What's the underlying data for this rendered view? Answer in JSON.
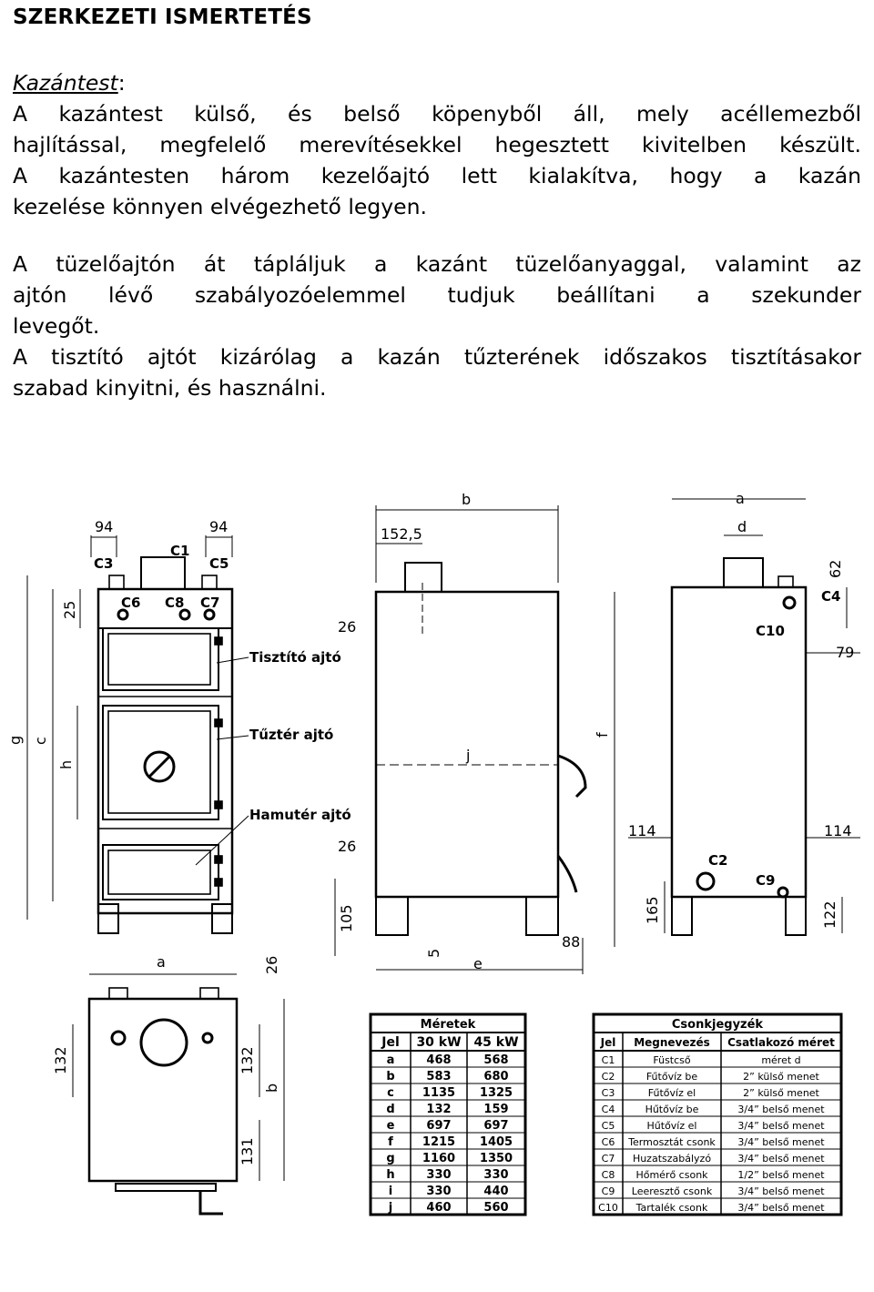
{
  "heading": "SZERKEZETI ISMERTETÉS",
  "section_title": "Kazántest",
  "section_colon": ":",
  "para1_lines": [
    "A kazántest külső, és belső köpenyből áll, mely acéllemezből",
    "hajlítással, megfelelő merevítésekkel hegesztett kivitelben készült.",
    "A kazántesten három kezelőajtó lett kialakítva, hogy a kazán",
    "kezelése könnyen elvégezhető legyen."
  ],
  "para2_lines": [
    "A tüzelőajtón át tápláljuk a kazánt tüzelőanyaggal, valamint az",
    "ajtón lévő szabályozóelemmel tudjuk beállítani a szekunder",
    "levegőt.",
    "A tisztító ajtót kizárólag a kazán tűzterének időszakos tisztításakor",
    "szabad kinyitni, és használni."
  ],
  "drawing": {
    "front": {
      "dims": [
        "94",
        "94",
        "25",
        "26",
        "26",
        "g",
        "c",
        "h",
        "105",
        "a",
        "26"
      ],
      "labels": [
        "C1",
        "C3",
        "C5",
        "C6",
        "C8",
        "C7"
      ],
      "callouts": [
        "Tisztító ajtó",
        "Tűztér ajtó",
        "Hamutér ajtó"
      ]
    },
    "side": {
      "dims": [
        "b",
        "152,5",
        "j",
        "f",
        "5",
        "e",
        "88"
      ]
    },
    "back": {
      "dims": [
        "a",
        "d",
        "62",
        "79",
        "114",
        "114",
        "165",
        "122"
      ],
      "labels": [
        "C4",
        "C10",
        "C2",
        "C9"
      ]
    },
    "top": {
      "dims": [
        "a",
        "26",
        "132",
        "132",
        "b",
        "131"
      ]
    }
  },
  "table_meretek": {
    "title": "Méretek",
    "headers": [
      "Jel",
      "30 kW",
      "45 kW"
    ],
    "rows": [
      [
        "a",
        "468",
        "568"
      ],
      [
        "b",
        "583",
        "680"
      ],
      [
        "c",
        "1135",
        "1325"
      ],
      [
        "d",
        "132",
        "159"
      ],
      [
        "e",
        "697",
        "697"
      ],
      [
        "f",
        "1215",
        "1405"
      ],
      [
        "g",
        "1160",
        "1350"
      ],
      [
        "h",
        "330",
        "330"
      ],
      [
        "i",
        "330",
        "440"
      ],
      [
        "j",
        "460",
        "560"
      ]
    ]
  },
  "table_csonk": {
    "title": "Csonkjegyzék",
    "headers": [
      "Jel",
      "Megnevezés",
      "Csatlakozó méret"
    ],
    "rows": [
      [
        "C1",
        "Füstcső",
        "méret d"
      ],
      [
        "C2",
        "Fűtővíz be",
        "2” külső menet"
      ],
      [
        "C3",
        "Fűtővíz el",
        "2” külső menet"
      ],
      [
        "C4",
        "Hűtővíz be",
        "3/4” belső menet"
      ],
      [
        "C5",
        "Hűtővíz el",
        "3/4” belső menet"
      ],
      [
        "C6",
        "Termosztát csonk",
        "3/4” belső menet"
      ],
      [
        "C7",
        "Huzatszabályzó",
        "3/4” belső menet"
      ],
      [
        "C8",
        "Hőmérő csonk",
        "1/2” belső menet"
      ],
      [
        "C9",
        "Leeresztő csonk",
        "3/4” belső menet"
      ],
      [
        "C10",
        "Tartalék csonk",
        "3/4” belső menet"
      ]
    ]
  }
}
